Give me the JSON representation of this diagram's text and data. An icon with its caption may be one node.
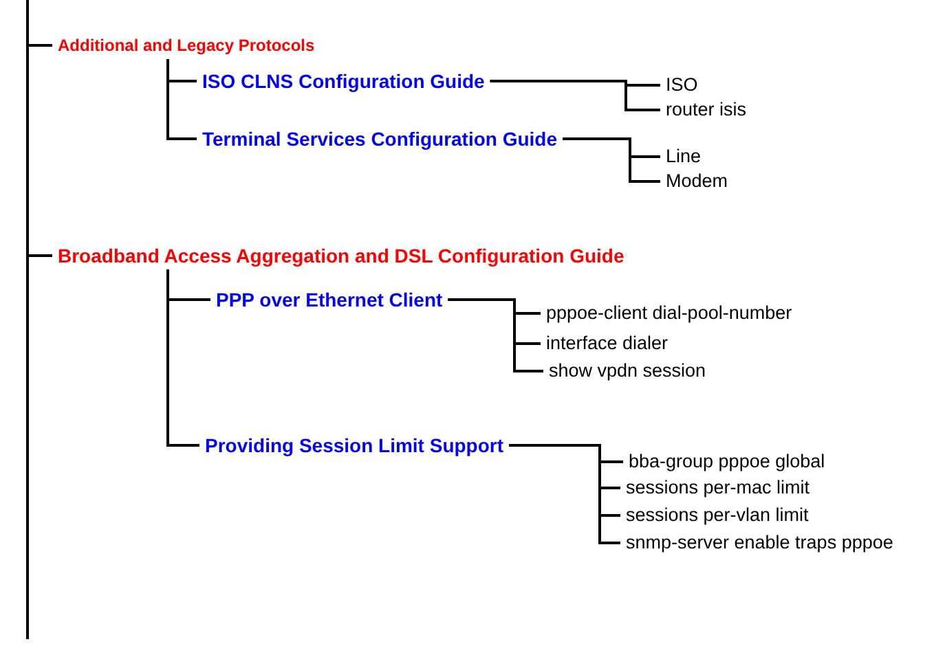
{
  "diagram": {
    "nodes": [
      {
        "text": [
          "Additional and Legacy Protocols"
        ]
      },
      {
        "text": [
          "ISO CLNS Configuration Guide"
        ]
      },
      {
        "text": [
          "ISO"
        ]
      },
      {
        "text": [
          "router isis"
        ]
      },
      {
        "text": [
          "Terminal Services Configuration Guide"
        ]
      },
      {
        "text": [
          "Line"
        ]
      },
      {
        "text": [
          "Modem"
        ]
      },
      {
        "text": [
          "Broadband Access Aggregation and DSL Configuration Guide"
        ]
      },
      {
        "text": [
          "PPP over Ethernet Client"
        ]
      },
      {
        "text": [
          "pppoe-client dial-pool-number"
        ]
      },
      {
        "text": [
          "interface dialer"
        ]
      },
      {
        "text": [
          "show vpdn session"
        ]
      },
      {
        "text": [
          "Providing Session Limit Support"
        ]
      },
      {
        "text": [
          "bba-group pppoe global"
        ]
      },
      {
        "text": [
          "sessions per-mac limit"
        ]
      },
      {
        "text": [
          "sessions per-vlan limit"
        ]
      },
      {
        "text": [
          "snmp-server enable traps pppoe"
        ]
      }
    ],
    "edges": [
      {
        "from": null,
        "to": 0,
        "arrow": "none"
      },
      {
        "from": 0,
        "to": 1,
        "arrow": "none"
      },
      {
        "from": 0,
        "to": 4,
        "arrow": "none"
      },
      {
        "from": 1,
        "to": 2,
        "arrow": "none"
      },
      {
        "from": 1,
        "to": 3,
        "arrow": "none"
      },
      {
        "from": 4,
        "to": 5,
        "arrow": "none"
      },
      {
        "from": 4,
        "to": 6,
        "arrow": "none"
      },
      {
        "from": null,
        "to": 7,
        "arrow": "none"
      },
      {
        "from": 7,
        "to": 8,
        "arrow": "none"
      },
      {
        "from": 7,
        "to": 12,
        "arrow": "none"
      },
      {
        "from": 8,
        "to": 9,
        "arrow": "none"
      },
      {
        "from": 8,
        "to": 10,
        "arrow": "none"
      },
      {
        "from": 8,
        "to": 11,
        "arrow": "none"
      },
      {
        "from": 12,
        "to": 13,
        "arrow": "none"
      },
      {
        "from": 12,
        "to": 14,
        "arrow": "none"
      },
      {
        "from": 12,
        "to": 15,
        "arrow": "none"
      },
      {
        "from": 12,
        "to": 16,
        "arrow": "none"
      }
    ]
  }
}
